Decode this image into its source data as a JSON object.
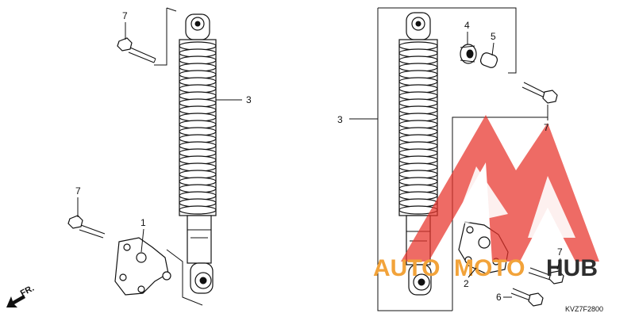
{
  "callouts": {
    "left_bolt_top": "7",
    "left_shock": "3",
    "left_bolt_bottom": "7",
    "left_bracket": "1",
    "right_shock": "3",
    "bushing": "4",
    "collar": "5",
    "right_bolt_top": "7",
    "right_bracket": "2",
    "right_bolt_bottom": "7",
    "right_bolt_low": "6"
  },
  "front_arrow_label": "FR.",
  "diagram_code": "KVZ7F2800",
  "watermark": {
    "text_orange": "AUTO",
    "text_orange2": "MOTO",
    "text_dark": "HUB",
    "colors": {
      "logo_red": "#e8332a",
      "text_orange": "#f2a33a",
      "text_dark": "#2e2e2e"
    }
  }
}
